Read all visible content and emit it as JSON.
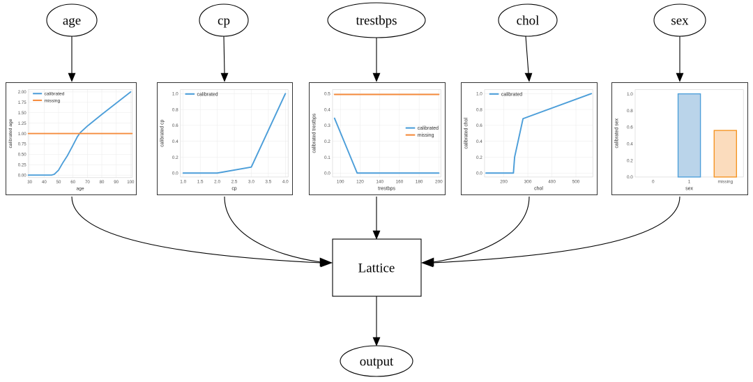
{
  "diagram": {
    "input_nodes": [
      {
        "id": "age",
        "label": "age"
      },
      {
        "id": "cp",
        "label": "cp"
      },
      {
        "id": "trestbps",
        "label": "trestbps"
      },
      {
        "id": "chol",
        "label": "chol"
      },
      {
        "id": "sex",
        "label": "sex"
      }
    ],
    "lattice_node": {
      "label": "Lattice"
    },
    "output_node": {
      "label": "output"
    }
  },
  "legend_labels": {
    "calibrated": "calibrated",
    "missing": "missing"
  },
  "chart_data": [
    {
      "type": "line",
      "id": "age",
      "title": "",
      "xlabel": "age",
      "ylabel": "calibrated age",
      "xlim": [
        29,
        101
      ],
      "ylim": [
        -0.06,
        2.06
      ],
      "xticks": [
        30,
        40,
        50,
        60,
        70,
        80,
        90,
        100
      ],
      "yticks": [
        0.0,
        0.25,
        0.5,
        0.75,
        1.0,
        1.25,
        1.5,
        1.75,
        2.0
      ],
      "ytick_labels": [
        "0.00",
        "0.25",
        "0.50",
        "0.75",
        "1.00",
        "1.25",
        "1.50",
        "1.75",
        "2.00"
      ],
      "legend_position": "upper-left",
      "grid": true,
      "series": [
        {
          "name": "calibrated",
          "color": "#4c9ed9",
          "x": [
            29,
            45,
            47,
            50,
            53,
            56,
            60,
            63,
            65,
            70,
            80,
            90,
            100
          ],
          "y": [
            0.0,
            0.0,
            0.02,
            0.12,
            0.3,
            0.46,
            0.72,
            0.92,
            1.02,
            1.18,
            1.46,
            1.73,
            2.0
          ]
        },
        {
          "name": "missing",
          "color": "#f58b3c",
          "x": [
            29,
            101
          ],
          "y": [
            1.0,
            1.0
          ]
        }
      ]
    },
    {
      "type": "line",
      "id": "cp",
      "title": "",
      "xlabel": "cp",
      "ylabel": "calibrated cp",
      "xlim": [
        0.92,
        4.08
      ],
      "ylim": [
        -0.05,
        1.05
      ],
      "xticks": [
        1.0,
        1.5,
        2.0,
        2.5,
        3.0,
        3.5,
        4.0
      ],
      "xtick_labels": [
        "1.0",
        "1.5",
        "2.0",
        "2.5",
        "3.0",
        "3.5",
        "4.0"
      ],
      "yticks": [
        0.0,
        0.2,
        0.4,
        0.6,
        0.8,
        1.0
      ],
      "ytick_labels": [
        "0.0",
        "0.2",
        "0.4",
        "0.6",
        "0.8",
        "1.0"
      ],
      "legend_position": "upper-left",
      "grid": true,
      "series": [
        {
          "name": "calibrated",
          "color": "#4c9ed9",
          "x": [
            1.0,
            2.0,
            3.0,
            4.0
          ],
          "y": [
            0.0,
            0.0,
            0.075,
            1.0
          ]
        }
      ]
    },
    {
      "type": "line",
      "id": "trestbps",
      "title": "",
      "xlabel": "trestbps",
      "ylabel": "calibrated trestbps",
      "xlim": [
        92,
        202
      ],
      "ylim": [
        -0.025,
        0.525
      ],
      "xticks": [
        100,
        120,
        140,
        160,
        180,
        200
      ],
      "yticks": [
        0.0,
        0.1,
        0.2,
        0.3,
        0.4,
        0.5
      ],
      "ytick_labels": [
        "0.0",
        "0.1",
        "0.2",
        "0.3",
        "0.4",
        "0.5"
      ],
      "legend_position": "center-right",
      "grid": true,
      "series": [
        {
          "name": "calibrated",
          "color": "#4c9ed9",
          "x": [
            94,
            117,
            200
          ],
          "y": [
            0.345,
            0.0,
            0.0
          ]
        },
        {
          "name": "missing",
          "color": "#f58b3c",
          "x": [
            94,
            200
          ],
          "y": [
            0.495,
            0.495
          ]
        }
      ]
    },
    {
      "type": "line",
      "id": "chol",
      "title": "",
      "xlabel": "chol",
      "ylabel": "calibrated chol",
      "xlim": [
        120,
        570
      ],
      "ylim": [
        -0.05,
        1.05
      ],
      "xticks": [
        200,
        300,
        400,
        500
      ],
      "yticks": [
        0.0,
        0.2,
        0.4,
        0.6,
        0.8,
        1.0
      ],
      "ytick_labels": [
        "0.0",
        "0.2",
        "0.4",
        "0.6",
        "0.8",
        "1.0"
      ],
      "legend_position": "upper-left",
      "grid": true,
      "series": [
        {
          "name": "calibrated",
          "color": "#4c9ed9",
          "x": [
            126,
            240,
            245,
            280,
            564
          ],
          "y": [
            0.0,
            0.0,
            0.2,
            0.685,
            1.0
          ]
        }
      ]
    },
    {
      "type": "bar",
      "id": "sex",
      "title": "",
      "xlabel": "sex",
      "ylabel": "calibrated sex",
      "categories": [
        "0",
        "1",
        "missing"
      ],
      "values": [
        0.0,
        1.0,
        0.56
      ],
      "bar_colors": [
        "#bad4ea",
        "#bad4ea",
        "#fbdcbd"
      ],
      "bar_edge_colors": [
        "#4c9ed9",
        "#4c9ed9",
        "#f5921e"
      ],
      "ylim": [
        0.0,
        1.05
      ],
      "yticks": [
        0.0,
        0.2,
        0.4,
        0.6,
        0.8,
        1.0
      ],
      "ytick_labels": [
        "0.0",
        "0.2",
        "0.4",
        "0.6",
        "0.8",
        "1.0"
      ],
      "grid": false
    }
  ],
  "colors": {
    "calibrated": "#4c9ed9",
    "missing": "#f58b3c",
    "bar_fill_blue": "#bad4ea",
    "bar_fill_orange": "#fbdcbd",
    "node_stroke": "#000000",
    "panel_border": "#333333"
  }
}
